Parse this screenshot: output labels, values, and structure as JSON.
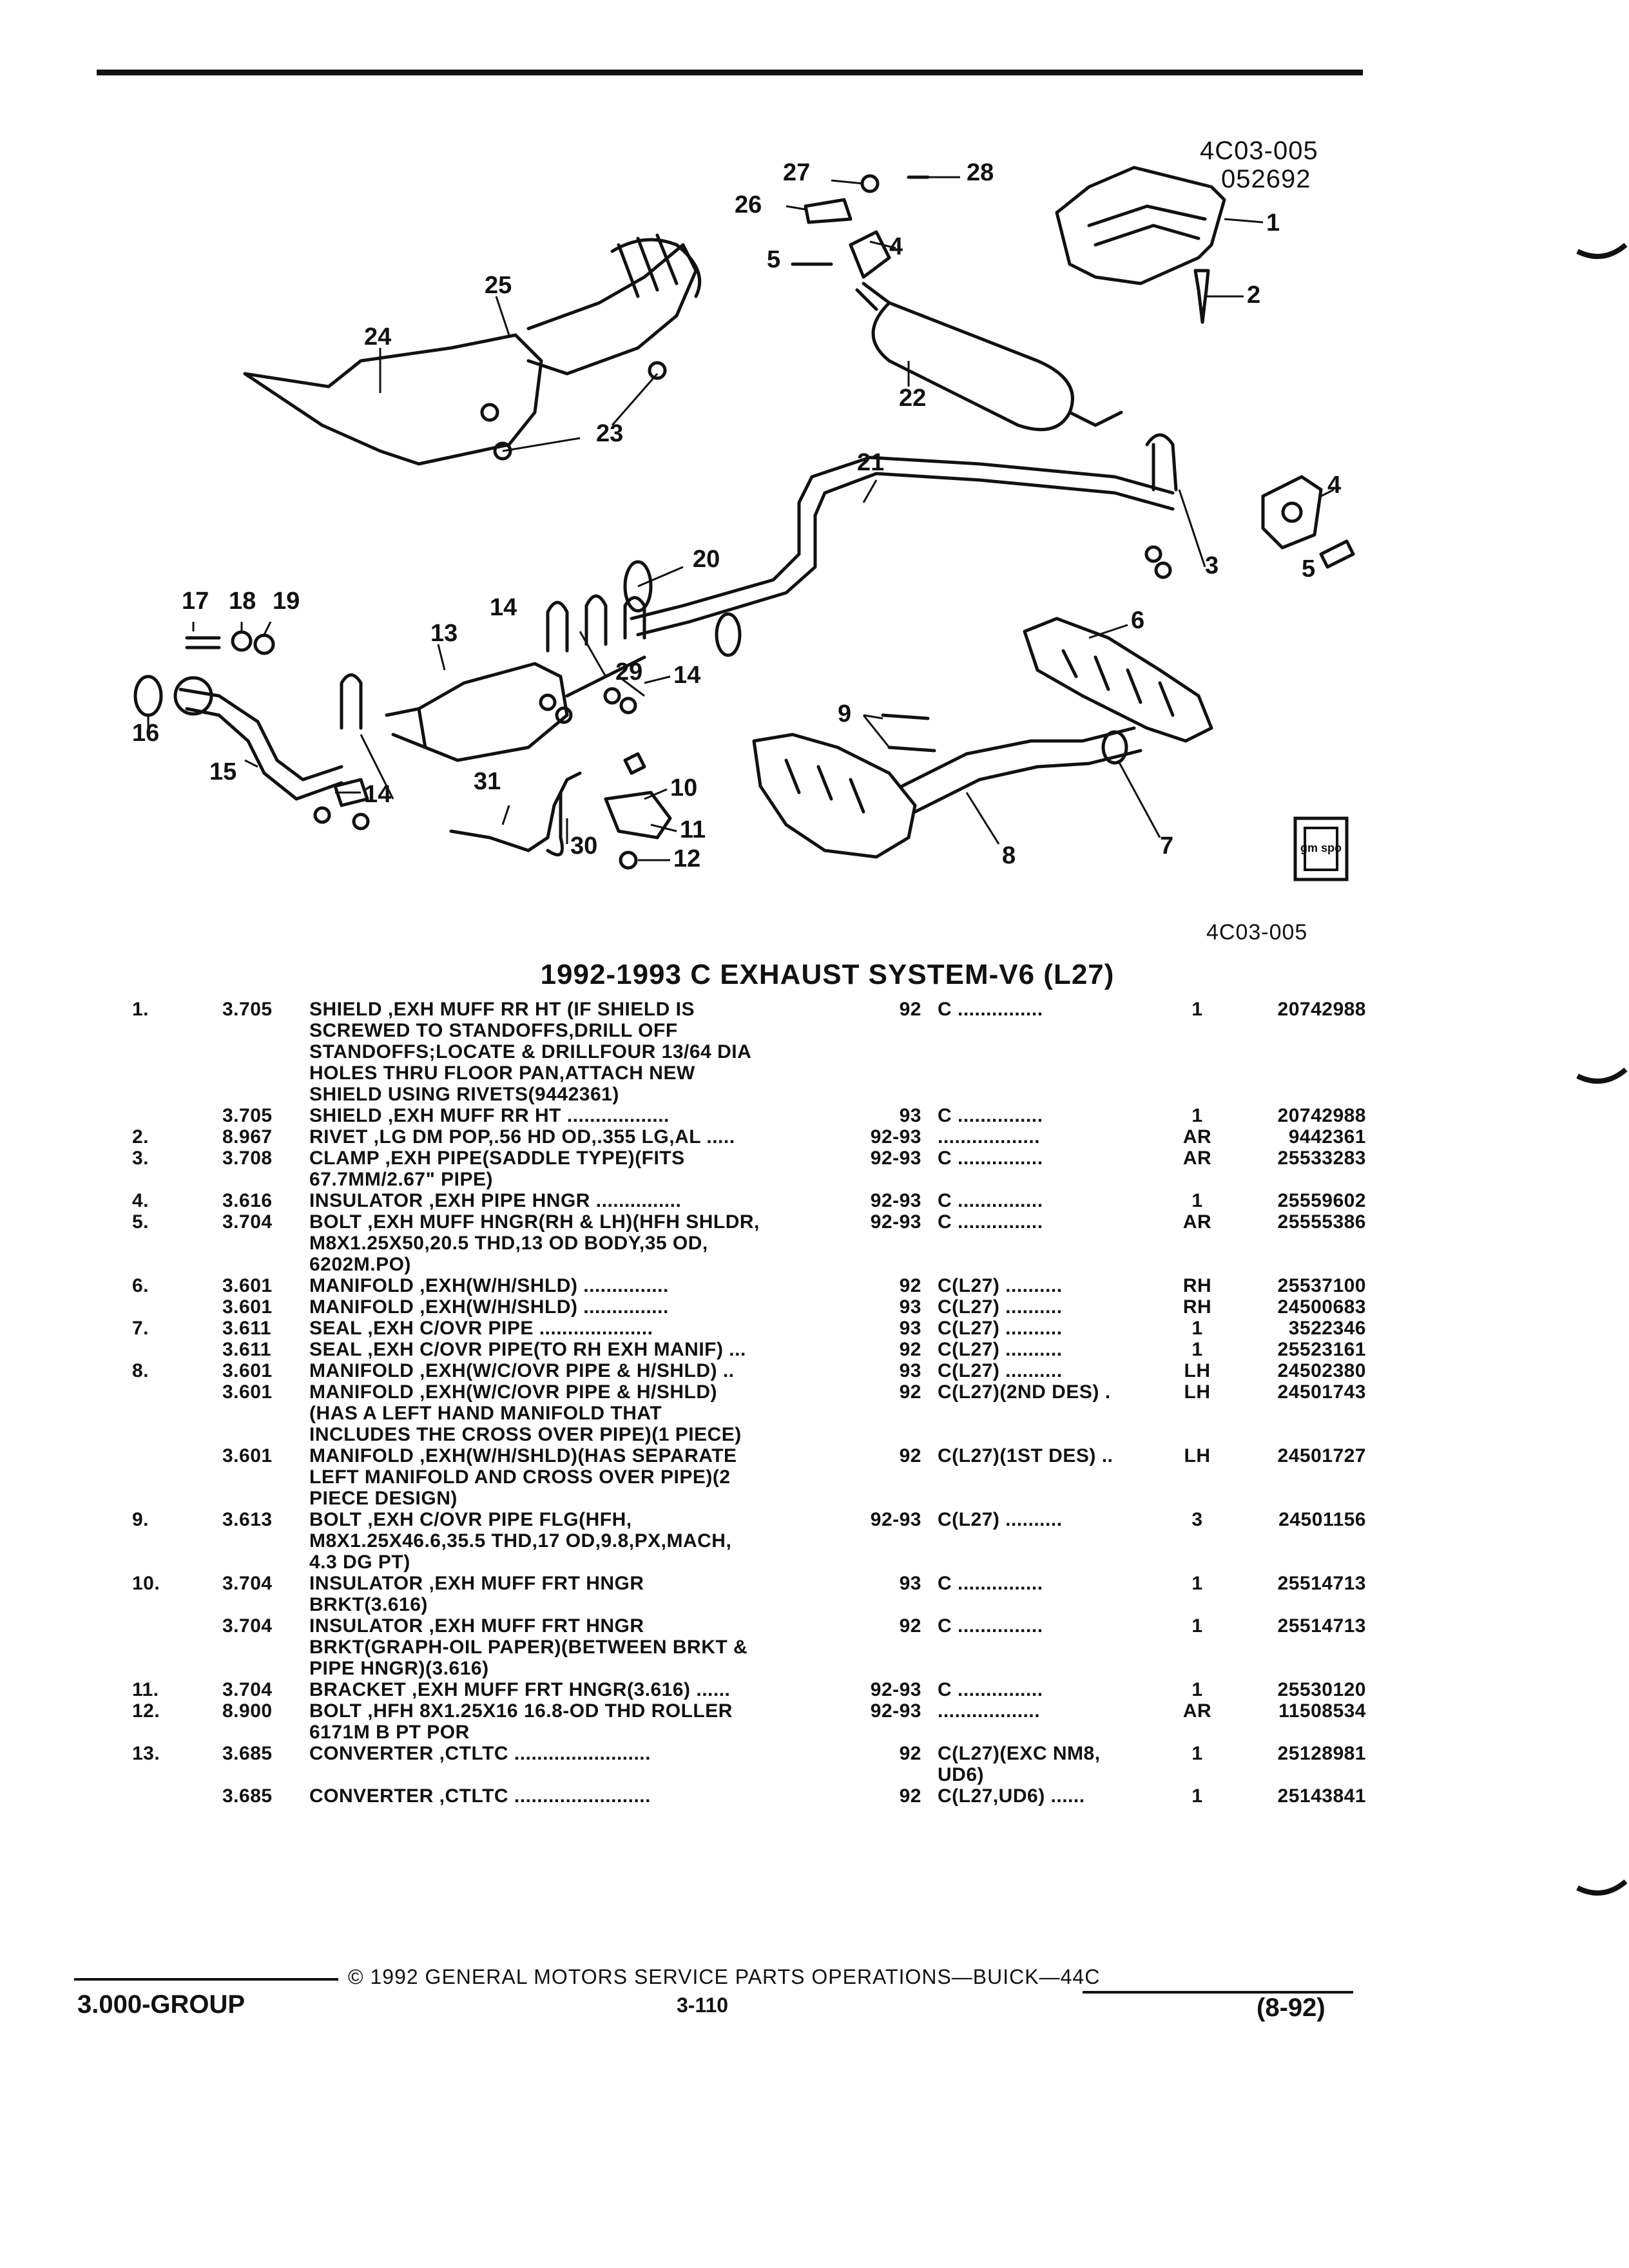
{
  "header": {
    "ref_top": "4C03-005",
    "ref_sub": "052692",
    "ref_bottom": "4C03-005"
  },
  "diagram": {
    "callouts": [
      "1",
      "2",
      "3",
      "4",
      "4",
      "5",
      "5",
      "6",
      "7",
      "8",
      "9",
      "10",
      "11",
      "12",
      "13",
      "14",
      "14",
      "14",
      "15",
      "16",
      "17",
      "18",
      "19",
      "20",
      "21",
      "22",
      "23",
      "24",
      "25",
      "26",
      "27",
      "28",
      "29",
      "30",
      "31"
    ],
    "logo_text": "gm spo"
  },
  "title": "1992-1993 C EXHAUST SYSTEM-V6 (L27)",
  "parts": [
    {
      "no": "1.",
      "grp": "3.705",
      "desc": "SHIELD ,EXH MUFF RR HT (IF SHIELD IS",
      "yr": "92",
      "mod": "C ...............",
      "qty": "1",
      "pn": "20742988"
    },
    {
      "no": "",
      "grp": "",
      "desc": "SCREWED TO STANDOFFS,DRILL OFF",
      "yr": "",
      "mod": "",
      "qty": "",
      "pn": ""
    },
    {
      "no": "",
      "grp": "",
      "desc": "STANDOFFS;LOCATE & DRILLFOUR 13/64 DIA",
      "yr": "",
      "mod": "",
      "qty": "",
      "pn": ""
    },
    {
      "no": "",
      "grp": "",
      "desc": "HOLES THRU FLOOR PAN,ATTACH NEW",
      "yr": "",
      "mod": "",
      "qty": "",
      "pn": ""
    },
    {
      "no": "",
      "grp": "",
      "desc": "SHIELD USING RIVETS(9442361)",
      "yr": "",
      "mod": "",
      "qty": "",
      "pn": ""
    },
    {
      "no": "",
      "grp": "3.705",
      "desc": "SHIELD ,EXH MUFF RR HT ..................",
      "yr": "93",
      "mod": "C ...............",
      "qty": "1",
      "pn": "20742988"
    },
    {
      "no": "2.",
      "grp": "8.967",
      "desc": "RIVET ,LG DM POP,.56 HD OD,.355 LG,AL .....",
      "yr": "92-93",
      "mod": "..................",
      "qty": "AR",
      "pn": "9442361"
    },
    {
      "no": "3.",
      "grp": "3.708",
      "desc": "CLAMP ,EXH PIPE(SADDLE TYPE)(FITS",
      "yr": "92-93",
      "mod": "C ...............",
      "qty": "AR",
      "pn": "25533283"
    },
    {
      "no": "",
      "grp": "",
      "desc": "67.7MM/2.67\" PIPE)",
      "yr": "",
      "mod": "",
      "qty": "",
      "pn": ""
    },
    {
      "no": "4.",
      "grp": "3.616",
      "desc": "INSULATOR ,EXH PIPE HNGR ...............",
      "yr": "92-93",
      "mod": "C ...............",
      "qty": "1",
      "pn": "25559602"
    },
    {
      "no": "5.",
      "grp": "3.704",
      "desc": "BOLT ,EXH MUFF HNGR(RH & LH)(HFH SHLDR,",
      "yr": "92-93",
      "mod": "C ...............",
      "qty": "AR",
      "pn": "25555386"
    },
    {
      "no": "",
      "grp": "",
      "desc": "M8X1.25X50,20.5 THD,13 OD BODY,35 OD,",
      "yr": "",
      "mod": "",
      "qty": "",
      "pn": ""
    },
    {
      "no": "",
      "grp": "",
      "desc": "6202M.PO)",
      "yr": "",
      "mod": "",
      "qty": "",
      "pn": ""
    },
    {
      "no": "6.",
      "grp": "3.601",
      "desc": "MANIFOLD ,EXH(W/H/SHLD) ...............",
      "yr": "92",
      "mod": "C(L27) ..........",
      "qty": "RH",
      "pn": "25537100"
    },
    {
      "no": "",
      "grp": "3.601",
      "desc": "MANIFOLD ,EXH(W/H/SHLD) ...............",
      "yr": "93",
      "mod": "C(L27) ..........",
      "qty": "RH",
      "pn": "24500683"
    },
    {
      "no": "7.",
      "grp": "3.611",
      "desc": "SEAL ,EXH C/OVR PIPE ....................",
      "yr": "93",
      "mod": "C(L27) ..........",
      "qty": "1",
      "pn": "3522346"
    },
    {
      "no": "",
      "grp": "3.611",
      "desc": "SEAL ,EXH C/OVR PIPE(TO RH EXH MANIF) ...",
      "yr": "92",
      "mod": "C(L27) ..........",
      "qty": "1",
      "pn": "25523161"
    },
    {
      "no": "8.",
      "grp": "3.601",
      "desc": "MANIFOLD ,EXH(W/C/OVR PIPE & H/SHLD) ..",
      "yr": "93",
      "mod": "C(L27) ..........",
      "qty": "LH",
      "pn": "24502380"
    },
    {
      "no": "",
      "grp": "3.601",
      "desc": "MANIFOLD ,EXH(W/C/OVR PIPE & H/SHLD)",
      "yr": "92",
      "mod": "C(L27)(2ND DES) .",
      "qty": "LH",
      "pn": "24501743"
    },
    {
      "no": "",
      "grp": "",
      "desc": "(HAS A LEFT HAND MANIFOLD THAT",
      "yr": "",
      "mod": "",
      "qty": "",
      "pn": ""
    },
    {
      "no": "",
      "grp": "",
      "desc": "INCLUDES THE CROSS OVER PIPE)(1 PIECE)",
      "yr": "",
      "mod": "",
      "qty": "",
      "pn": ""
    },
    {
      "no": "",
      "grp": "3.601",
      "desc": "MANIFOLD ,EXH(W/H/SHLD)(HAS SEPARATE",
      "yr": "92",
      "mod": "C(L27)(1ST DES) ..",
      "qty": "LH",
      "pn": "24501727"
    },
    {
      "no": "",
      "grp": "",
      "desc": "LEFT MANIFOLD AND CROSS OVER PIPE)(2",
      "yr": "",
      "mod": "",
      "qty": "",
      "pn": ""
    },
    {
      "no": "",
      "grp": "",
      "desc": "PIECE DESIGN)",
      "yr": "",
      "mod": "",
      "qty": "",
      "pn": ""
    },
    {
      "no": "9.",
      "grp": "3.613",
      "desc": "BOLT ,EXH C/OVR PIPE FLG(HFH,",
      "yr": "92-93",
      "mod": "C(L27) ..........",
      "qty": "3",
      "pn": "24501156"
    },
    {
      "no": "",
      "grp": "",
      "desc": "M8X1.25X46.6,35.5 THD,17 OD,9.8,PX,MACH,",
      "yr": "",
      "mod": "",
      "qty": "",
      "pn": ""
    },
    {
      "no": "",
      "grp": "",
      "desc": "4.3 DG PT)",
      "yr": "",
      "mod": "",
      "qty": "",
      "pn": ""
    },
    {
      "no": "10.",
      "grp": "3.704",
      "desc": "INSULATOR ,EXH MUFF FRT HNGR",
      "yr": "93",
      "mod": "C ...............",
      "qty": "1",
      "pn": "25514713"
    },
    {
      "no": "",
      "grp": "",
      "desc": "BRKT(3.616)",
      "yr": "",
      "mod": "",
      "qty": "",
      "pn": ""
    },
    {
      "no": "",
      "grp": "3.704",
      "desc": "INSULATOR ,EXH MUFF FRT HNGR",
      "yr": "92",
      "mod": "C ...............",
      "qty": "1",
      "pn": "25514713"
    },
    {
      "no": "",
      "grp": "",
      "desc": "BRKT(GRAPH-OIL PAPER)(BETWEEN BRKT &",
      "yr": "",
      "mod": "",
      "qty": "",
      "pn": ""
    },
    {
      "no": "",
      "grp": "",
      "desc": "PIPE HNGR)(3.616)",
      "yr": "",
      "mod": "",
      "qty": "",
      "pn": ""
    },
    {
      "no": "11.",
      "grp": "3.704",
      "desc": "BRACKET ,EXH MUFF FRT HNGR(3.616) ......",
      "yr": "92-93",
      "mod": "C ...............",
      "qty": "1",
      "pn": "25530120"
    },
    {
      "no": "12.",
      "grp": "8.900",
      "desc": "BOLT ,HFH 8X1.25X16 16.8-OD THD ROLLER",
      "yr": "92-93",
      "mod": "..................",
      "qty": "AR",
      "pn": "11508534"
    },
    {
      "no": "",
      "grp": "",
      "desc": "6171M B PT POR",
      "yr": "",
      "mod": "",
      "qty": "",
      "pn": ""
    },
    {
      "no": "13.",
      "grp": "3.685",
      "desc": "CONVERTER ,CTLTC ........................",
      "yr": "92",
      "mod": "C(L27)(EXC NM8,",
      "qty": "1",
      "pn": "25128981"
    },
    {
      "no": "",
      "grp": "",
      "desc": "",
      "yr": "",
      "mod": "UD6)",
      "qty": "",
      "pn": ""
    },
    {
      "no": "",
      "grp": "3.685",
      "desc": "CONVERTER ,CTLTC ........................",
      "yr": "92",
      "mod": "C(L27,UD6) ......",
      "qty": "1",
      "pn": "25143841"
    }
  ],
  "footer": {
    "copyright": "© 1992 GENERAL MOTORS SERVICE PARTS OPERATIONS—BUICK—44C",
    "group": "3.000-GROUP",
    "page": "3-110",
    "date": "(8-92)"
  }
}
